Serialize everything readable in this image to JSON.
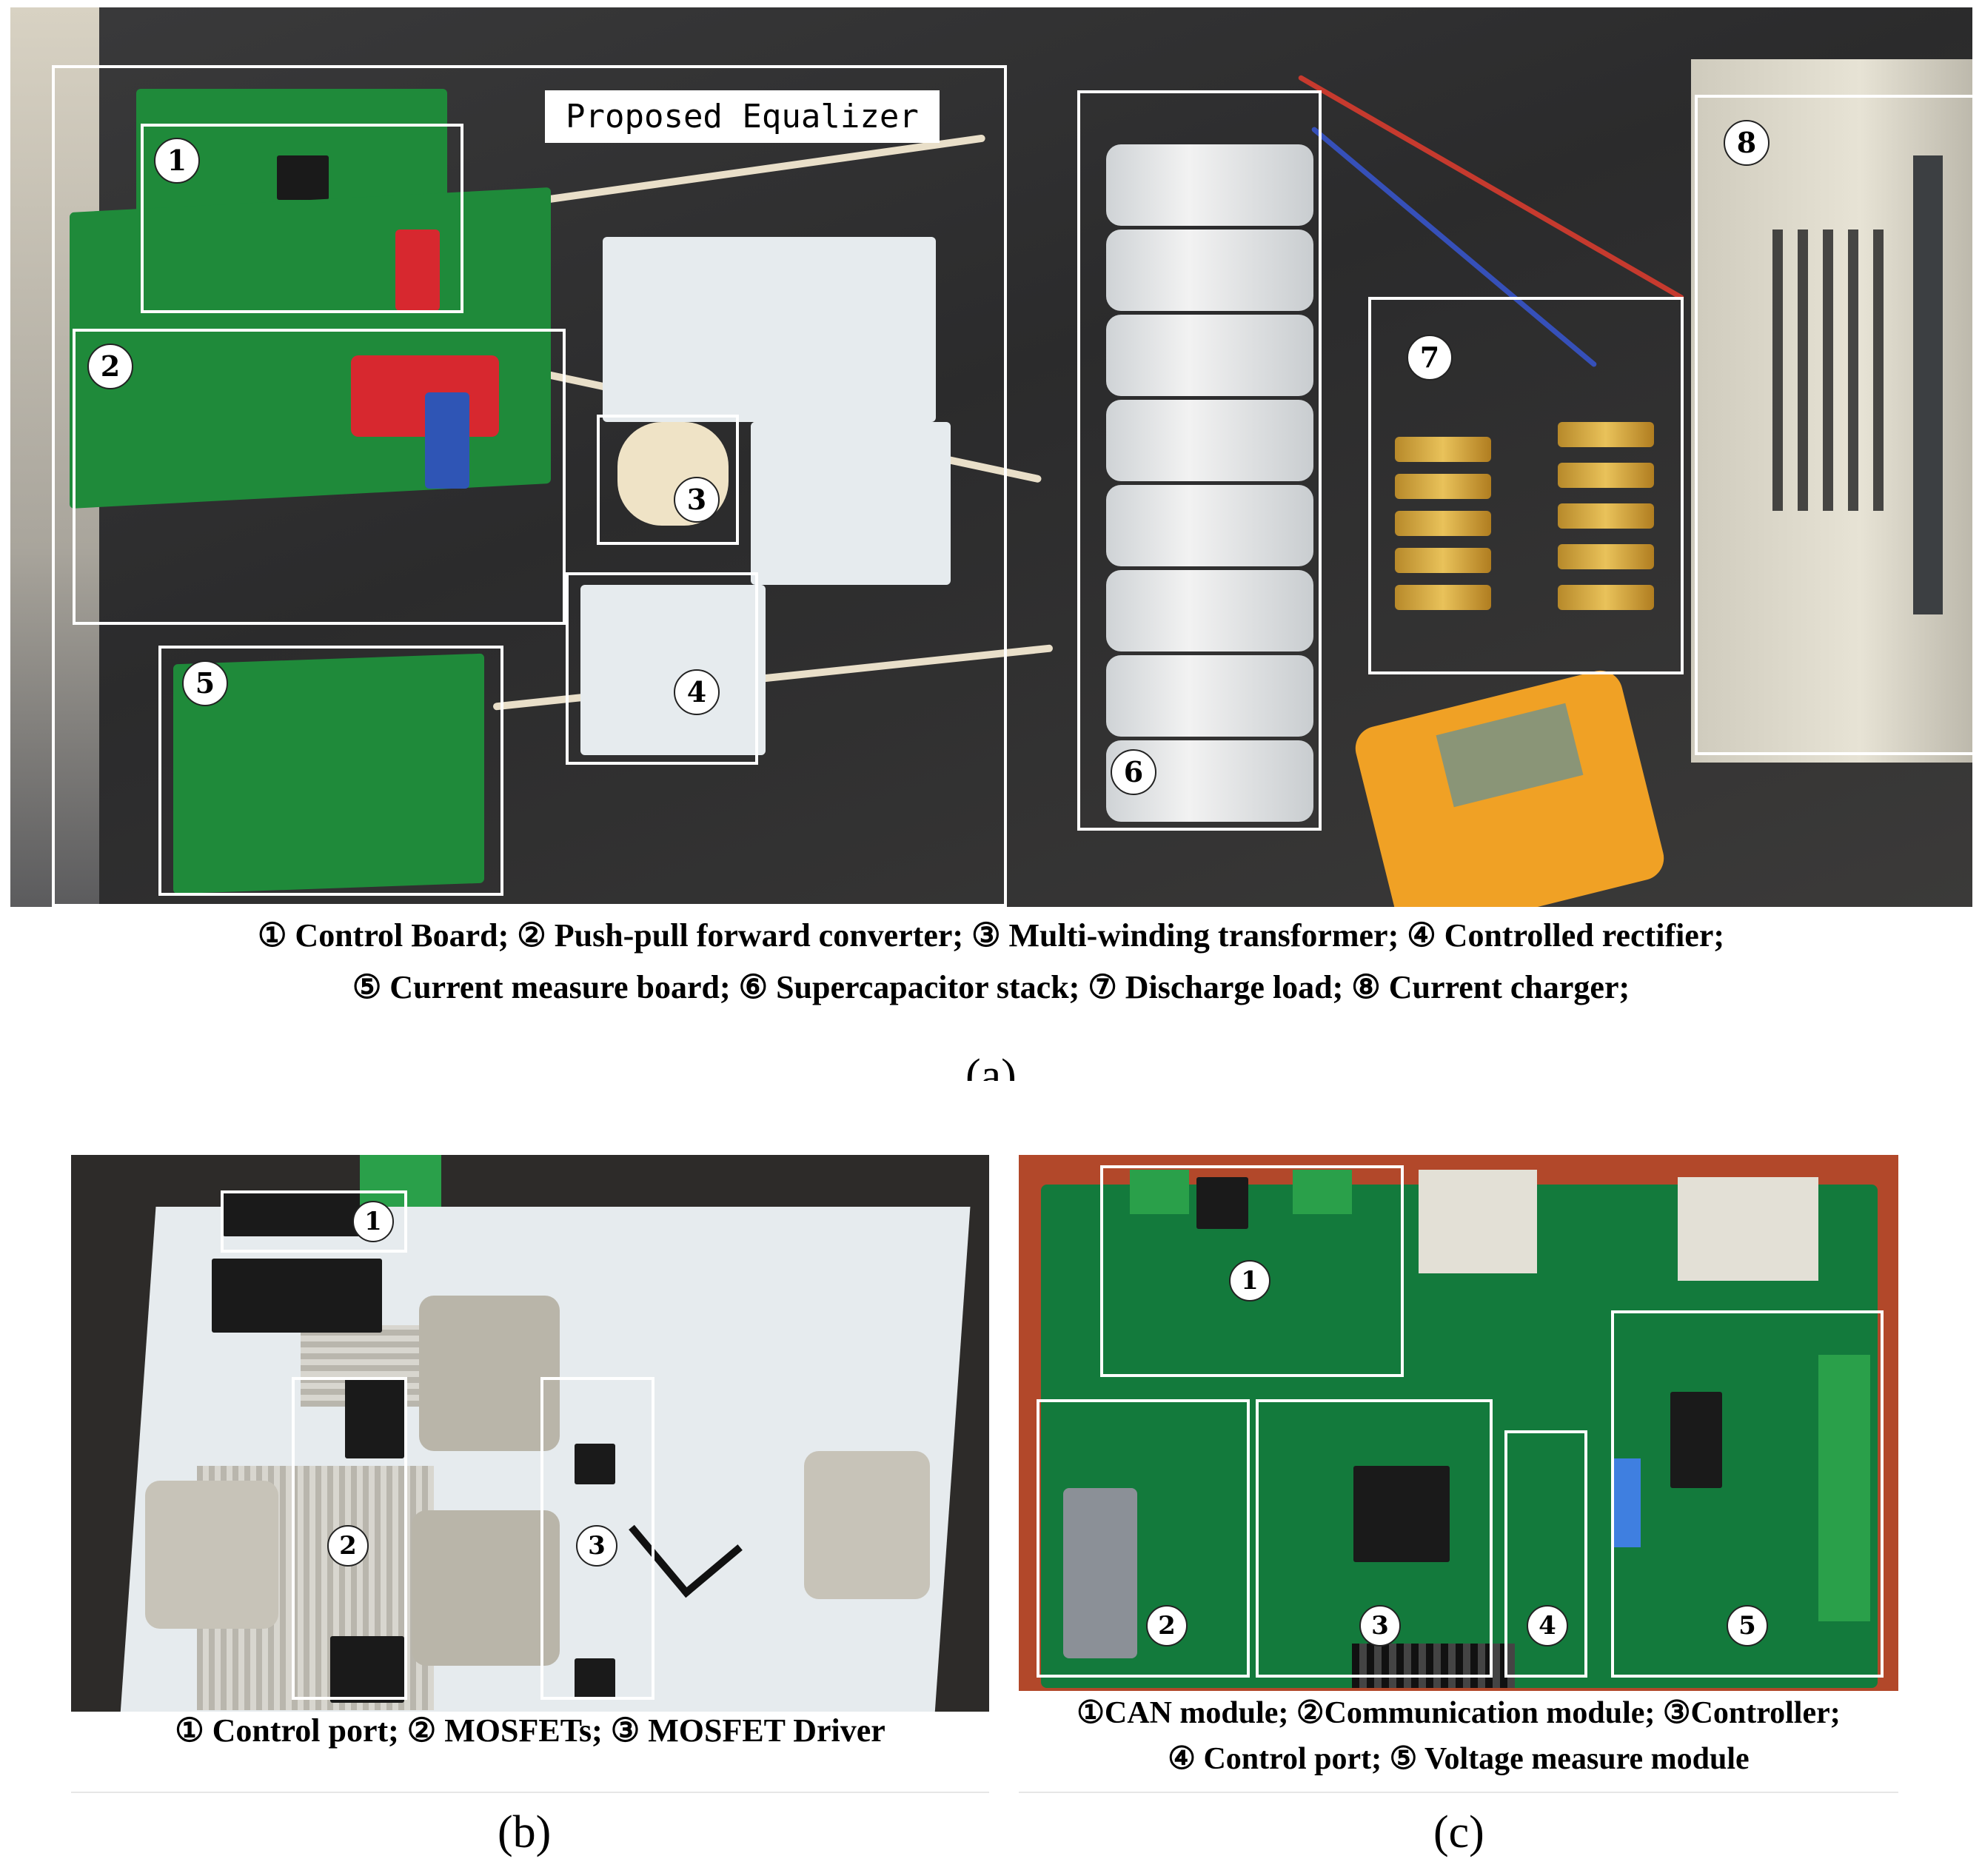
{
  "panel_a": {
    "title_tag": "Proposed Equalizer",
    "markers": [
      "1",
      "2",
      "3",
      "4",
      "5",
      "6",
      "7",
      "8"
    ],
    "caption_line1": "① Control Board; ② Push-pull forward converter; ③  Multi-winding transformer; ④  Controlled rectifier;",
    "caption_line2": "⑤  Current measure board; ⑥  Supercapacitor stack; ⑦  Discharge load; ⑧ Current charger;",
    "label": "(a)"
  },
  "panel_b": {
    "markers": [
      "1",
      "2",
      "3"
    ],
    "caption": "① Control port; ② MOSFETs; ③ MOSFET Driver",
    "label": "(b)"
  },
  "panel_c": {
    "markers": [
      "1",
      "2",
      "3",
      "4",
      "5"
    ],
    "caption_line1": "①CAN module; ②Communication module; ③Controller;",
    "caption_line2": "④ Control port; ⑤ Voltage measure module",
    "label": "(c)"
  },
  "colors": {
    "pcb_green": "#1f8a3a",
    "bench_dark": "#2e2e2f",
    "pcb_white": "#e6ebee",
    "pcb_green_c": "#137a3c",
    "copper_bg": "#b2482a"
  }
}
